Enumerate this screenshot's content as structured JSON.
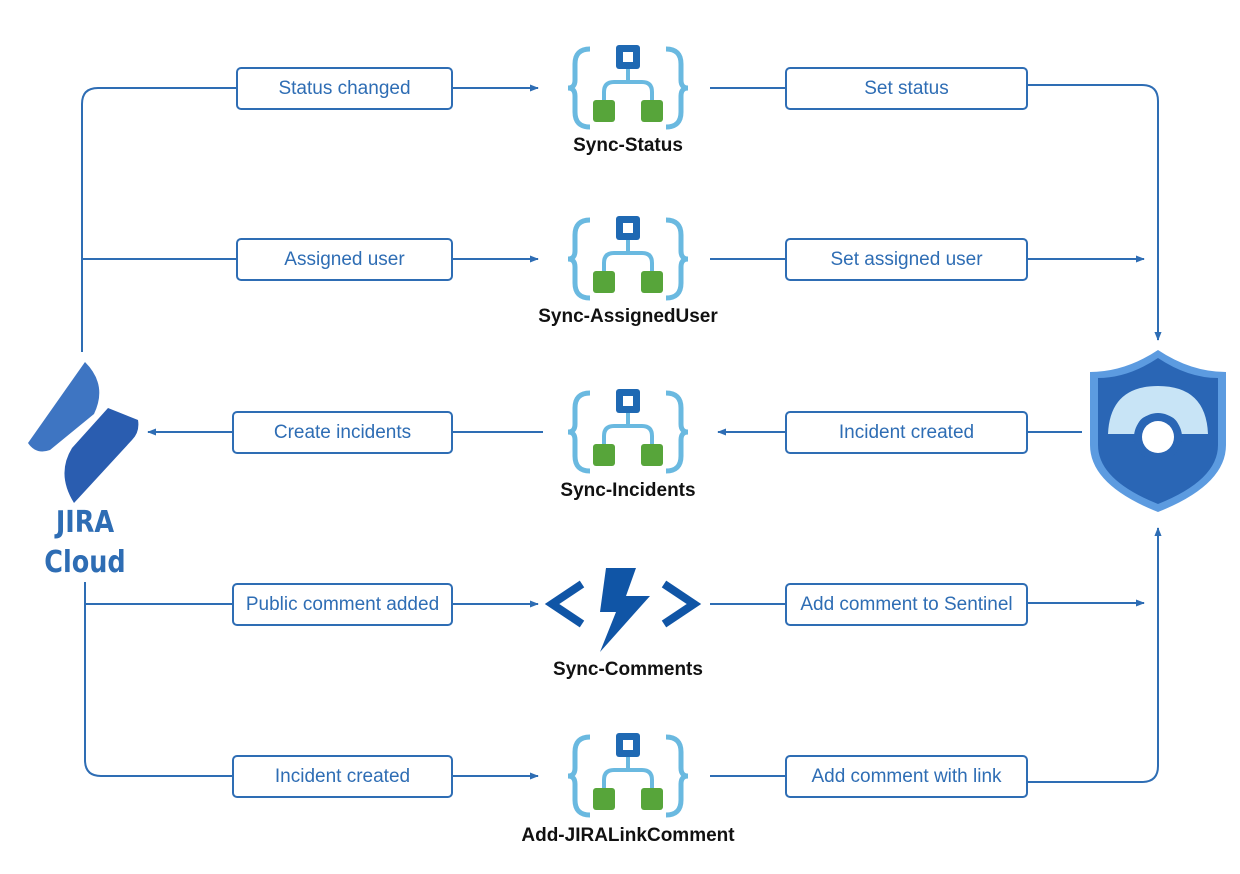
{
  "diagram": {
    "left_system": {
      "line1": "JIRA",
      "line2": "Cloud",
      "logo": "jira-logo-icon"
    },
    "right_system": {
      "logo": "sentinel-shield-icon"
    },
    "workflows": [
      {
        "name": "Sync-Status",
        "icon": "logic-app-icon",
        "left_label": "Status changed",
        "right_label": "Set status"
      },
      {
        "name": "Sync-AssignedUser",
        "icon": "logic-app-icon",
        "left_label": "Assigned user",
        "right_label": "Set assigned user"
      },
      {
        "name": "Sync-Incidents",
        "icon": "logic-app-icon",
        "left_label": "Create incidents",
        "right_label": "Incident created"
      },
      {
        "name": "Sync-Comments",
        "icon": "function-app-icon",
        "left_label": "Public comment added",
        "right_label": "Add comment to Sentinel"
      },
      {
        "name": "Add-JIRALinkComment",
        "icon": "logic-app-icon",
        "left_label": "Incident created",
        "right_label": "Add comment with link"
      }
    ],
    "colors": {
      "line": "#2e6db4",
      "logic_app_brace": "#6ab9e0",
      "logic_app_node_top": "#1f69b3",
      "logic_app_node_bottom": "#57a53a",
      "function_app": "#1055a6",
      "sentinel_shield": "#2a66b5",
      "jira_logo": "#2f64b5"
    }
  }
}
